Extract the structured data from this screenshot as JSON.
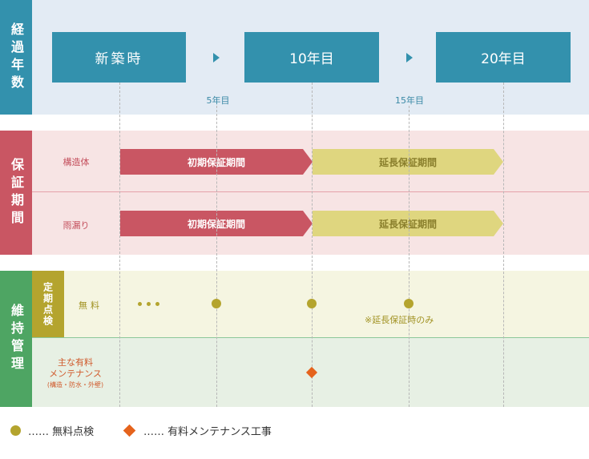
{
  "timeline": {
    "section_label": "経過年数",
    "stages": [
      "新築時",
      "10年目",
      "20年目"
    ],
    "markers": [
      "5年目",
      "15年目"
    ]
  },
  "warranty": {
    "section_label": "保証期間",
    "rows": [
      {
        "label": "構造体",
        "initial": "初期保証期間",
        "extended": "延長保証期間"
      },
      {
        "label": "雨漏り",
        "initial": "初期保証期間",
        "extended": "延長保証期間"
      }
    ]
  },
  "maintenance": {
    "section_label": "維持管理",
    "inspection": {
      "label": "定期点検",
      "cost": "無料",
      "dots": "•••",
      "note": "※延長保証時のみ"
    },
    "paid": {
      "label_line1": "主な有料",
      "label_line2": "メンテナンス",
      "label_line3": "(構造・防水・外壁)"
    }
  },
  "legend": {
    "free_inspection": "…… 無料点検",
    "paid_maintenance": "…… 有料メンテナンス工事"
  },
  "colors": {
    "timeline": "#3391ad",
    "warranty_section": "#c95663",
    "initial_arrow": "#c95663",
    "extended_arrow": "#dfd67f",
    "maintenance_section": "#4ea563",
    "inspection_label": "#b4a42e",
    "diamond": "#e5631c"
  }
}
